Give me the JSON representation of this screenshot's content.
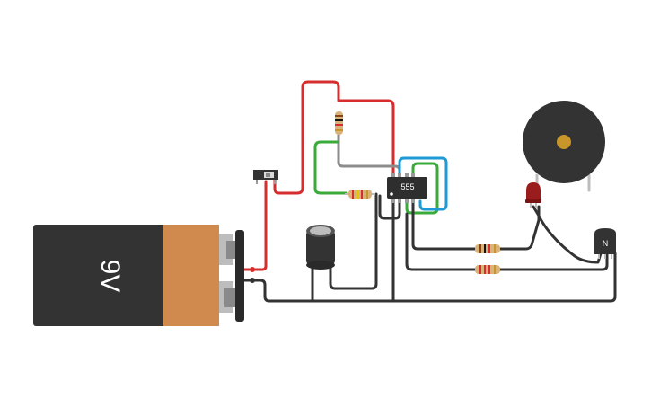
{
  "circuit": {
    "battery": {
      "label": "9V"
    },
    "timer_ic": {
      "label": "555"
    },
    "transistor": {
      "label": "N"
    }
  },
  "colors": {
    "red_wire": "#d62e2e",
    "black_wire": "#333333",
    "green_wire": "#3aaa3a",
    "blue_wire": "#1e9bd6",
    "gray_wire": "#8c8c8c",
    "battery_body": "#333333",
    "battery_band": "#d18a4d",
    "buzzer_center": "#c8962a",
    "led": "#9b1c1c"
  }
}
